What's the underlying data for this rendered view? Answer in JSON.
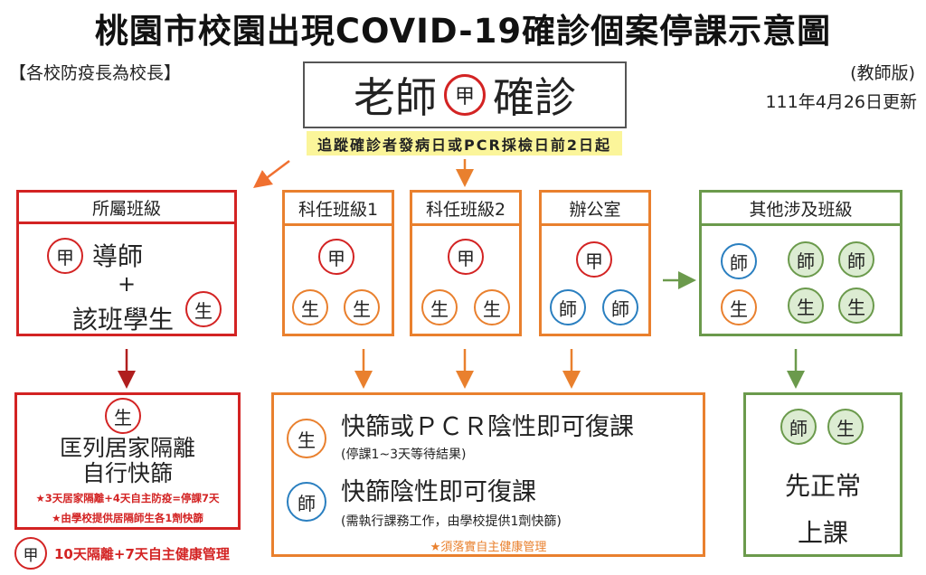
{
  "title": "桃園市校園出現COVID-19確診個案停課示意圖",
  "subtitle_left": "【各校防疫長為校長】",
  "version": "(教師版)",
  "updated": "111年4月26日更新",
  "main": {
    "part1": "老師",
    "badge": "甲",
    "part2": "確診",
    "trace": "追蹤確診者發病日或PCR採檢日前2日起"
  },
  "labels": {
    "jia": "甲",
    "sheng": "生",
    "shi": "師"
  },
  "groups": {
    "own_class": {
      "header": "所屬班級",
      "teacher": "導師",
      "plus": "+",
      "students": "該班學生"
    },
    "subject1": {
      "header": "科任班級1"
    },
    "subject2": {
      "header": "科任班級2"
    },
    "office": {
      "header": "辦公室"
    },
    "other": {
      "header": "其他涉及班級"
    }
  },
  "results": {
    "own": {
      "line1": "匡列居家隔離",
      "line2": "自行快篩",
      "note1": "★3天居家隔離+4天自主防疫=停課7天",
      "note2": "★由學校提供居隔師生各1劑快篩",
      "case_note": "10天隔離+7天自主健康管理"
    },
    "subject": {
      "student_main": "快篩或ＰＣＲ陰性即可復課",
      "student_sub": "(停課1~3天等待結果)",
      "teacher_main": "快篩陰性即可復課",
      "teacher_sub": "(需執行課務工作，由學校提供1劑快篩)",
      "note": "★須落實自主健康管理"
    },
    "other": {
      "line1": "先正常",
      "line2": "上課"
    }
  },
  "colors": {
    "red": "#d32323",
    "orange": "#e9802e",
    "blue": "#2a7fc0",
    "green": "#6b9a4c",
    "highlight": "#fbf59a"
  }
}
